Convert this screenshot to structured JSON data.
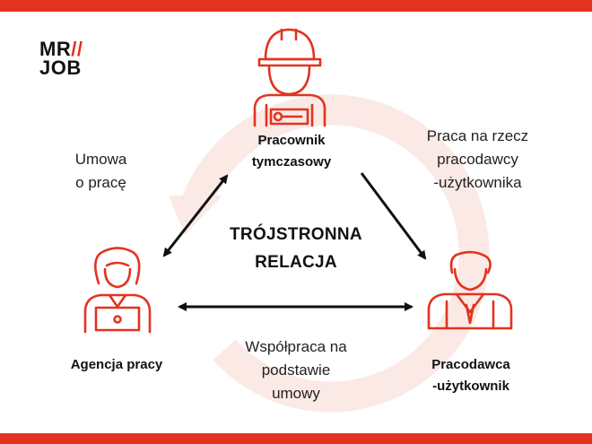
{
  "logo": {
    "line1": "MR",
    "slash1": "//",
    "line2": "JOB"
  },
  "center": {
    "line1": "TRÓJSTRONNA",
    "line2": "RELACJA"
  },
  "nodes": {
    "worker": {
      "line1": "Pracownik",
      "line2": "tymczasowy",
      "icon": "construction-worker-icon"
    },
    "agency": {
      "line1": "Agencja pracy",
      "icon": "office-woman-laptop-icon"
    },
    "employer": {
      "line1": "Pracodawca",
      "line2": "-użytkownik",
      "icon": "businessman-icon"
    }
  },
  "relations": {
    "contract": {
      "line1": "Umowa",
      "line2": "o pracę"
    },
    "work": {
      "line1": "Praca na rzecz",
      "line2": "pracodawcy",
      "line3": "-użytkownika"
    },
    "cooperation": {
      "line1": "Współpraca na",
      "line2": "podstawie",
      "line3": "umowy"
    }
  },
  "colors": {
    "accent": "#e2331f",
    "cycle": "#fbe9e6",
    "text": "#111111"
  }
}
